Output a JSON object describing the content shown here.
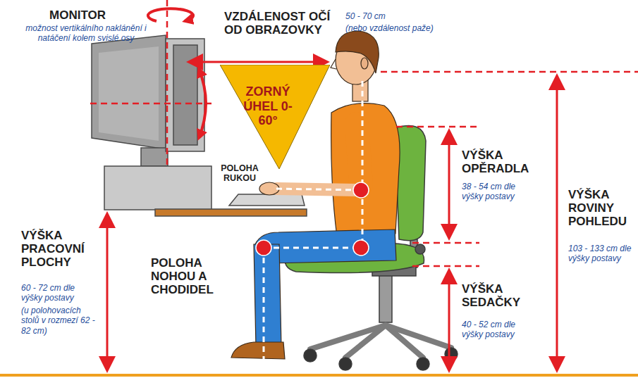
{
  "diagram": {
    "nodes": [
      {
        "text": [
          "ZORNÝ ÚHEL 0-60°"
        ]
      }
    ],
    "labels": [
      "MONITOR",
      "možnost vertikálního naklánění i natáčení kolem svislé osy",
      "VZDÁLENOST OČÍ OD OBRAZOVKY",
      "50 - 70 cm",
      "(nebo vzdálenost paže)",
      "POLOHA RUKOU",
      "VÝŠKA OPĚRADLA",
      "38 - 54 cm dle výšky postavy",
      "VÝŠKA ROVINY POHLEDU",
      "103 - 133 cm dle výšky postavy",
      "VÝŠKA PRACOVNÍ PLOCHY",
      "60 - 72 cm dle výšky postavy",
      "(u polohovacích stolů v rozmezí 62 - 82 cm)",
      "POLOHA NOHOU A CHODIDEL",
      "VÝŠKA SEDAČKY",
      "40 - 52 cm dle výšky postavy"
    ]
  }
}
